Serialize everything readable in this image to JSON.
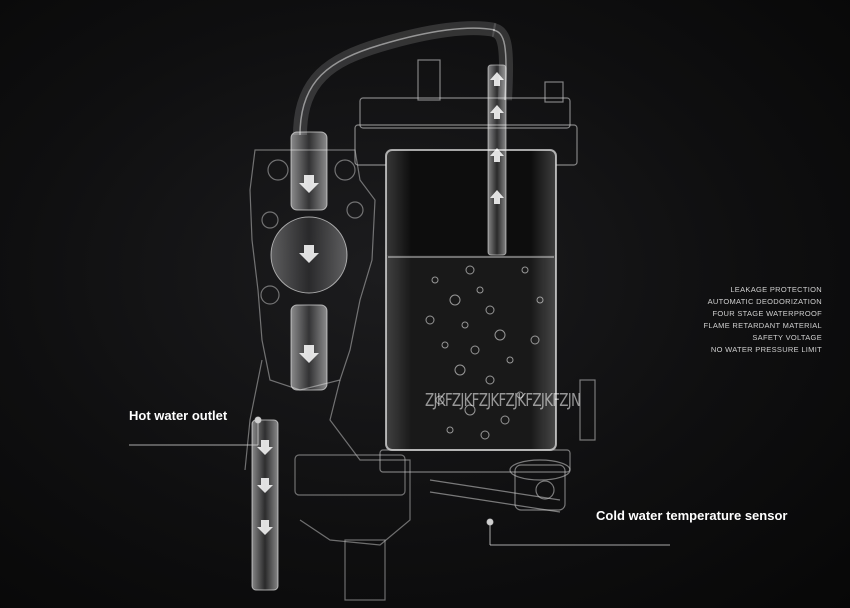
{
  "features": [
    "LEAKAGE PROTECTION",
    "AUTOMATIC DEODORIZATION",
    "FOUR STAGE WATERPROOF",
    "FLAME RETARDANT MATERIAL",
    "SAFETY VOLTAGE",
    "NO WATER PRESSURE LIMIT"
  ],
  "callouts": {
    "hot_water_outlet": "Hot water outlet",
    "cold_water_sensor": "Cold water temperature sensor"
  },
  "watermark": "ZJKFZJKFZJKFZJKFZJKFZJN"
}
